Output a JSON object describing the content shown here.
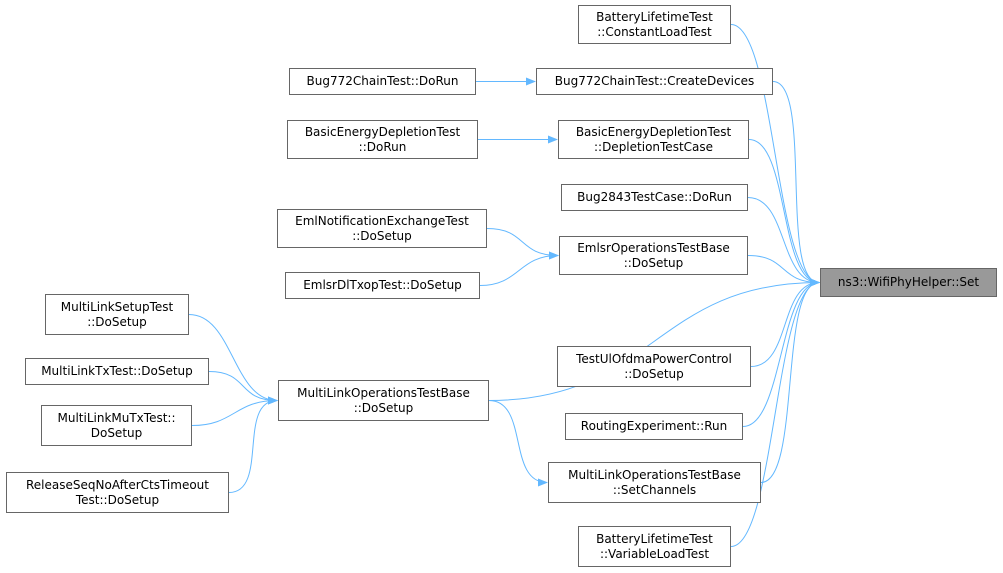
{
  "graph": {
    "target": "n_set",
    "nodes": [
      {
        "id": "n_set",
        "lines": [
          "ns3::WifiPhyHelper::Set"
        ],
        "highlight": true
      },
      {
        "id": "n_constload",
        "lines": [
          "BatteryLifetimeTest",
          "::ConstantLoadTest"
        ]
      },
      {
        "id": "n_createdev",
        "lines": [
          "Bug772ChainTest::CreateDevices"
        ]
      },
      {
        "id": "n_bug772run",
        "lines": [
          "Bug772ChainTest::DoRun"
        ]
      },
      {
        "id": "n_depltestcase",
        "lines": [
          "BasicEnergyDepletionTest",
          "::DepletionTestCase"
        ]
      },
      {
        "id": "n_depldorun",
        "lines": [
          "BasicEnergyDepletionTest",
          "::DoRun"
        ]
      },
      {
        "id": "n_bug2843",
        "lines": [
          "Bug2843TestCase::DoRun"
        ]
      },
      {
        "id": "n_emlsrbase",
        "lines": [
          "EmlsrOperationsTestBase",
          "::DoSetup"
        ]
      },
      {
        "id": "n_emlnotif",
        "lines": [
          "EmlNotificationExchangeTest",
          "::DoSetup"
        ]
      },
      {
        "id": "n_emlsrdl",
        "lines": [
          "EmlsrDlTxopTest::DoSetup"
        ]
      },
      {
        "id": "n_mlobase",
        "lines": [
          "MultiLinkOperationsTestBase",
          "::DoSetup"
        ]
      },
      {
        "id": "n_mlsetup",
        "lines": [
          "MultiLinkSetupTest",
          "::DoSetup"
        ]
      },
      {
        "id": "n_mltx",
        "lines": [
          "MultiLinkTxTest::DoSetup"
        ]
      },
      {
        "id": "n_mlmutx",
        "lines": [
          "MultiLinkMuTxTest::",
          "DoSetup"
        ]
      },
      {
        "id": "n_relseq",
        "lines": [
          "ReleaseSeqNoAfterCtsTimeout",
          "Test::DoSetup"
        ]
      },
      {
        "id": "n_ulofdma",
        "lines": [
          "TestUlOfdmaPowerControl",
          "::DoSetup"
        ]
      },
      {
        "id": "n_routing",
        "lines": [
          "RoutingExperiment::Run"
        ]
      },
      {
        "id": "n_setchannels",
        "lines": [
          "MultiLinkOperationsTestBase",
          "::SetChannels"
        ]
      },
      {
        "id": "n_varload",
        "lines": [
          "BatteryLifetimeTest",
          "::VariableLoadTest"
        ]
      }
    ],
    "edges": [
      {
        "from": "n_constload",
        "to": "n_set"
      },
      {
        "from": "n_createdev",
        "to": "n_set"
      },
      {
        "from": "n_bug772run",
        "to": "n_createdev"
      },
      {
        "from": "n_depltestcase",
        "to": "n_set"
      },
      {
        "from": "n_depldorun",
        "to": "n_depltestcase"
      },
      {
        "from": "n_bug2843",
        "to": "n_set"
      },
      {
        "from": "n_emlsrbase",
        "to": "n_set"
      },
      {
        "from": "n_emlnotif",
        "to": "n_emlsrbase"
      },
      {
        "from": "n_emlsrdl",
        "to": "n_emlsrbase"
      },
      {
        "from": "n_mlobase",
        "to": "n_set"
      },
      {
        "from": "n_mlsetup",
        "to": "n_mlobase"
      },
      {
        "from": "n_mltx",
        "to": "n_mlobase"
      },
      {
        "from": "n_mlmutx",
        "to": "n_mlobase"
      },
      {
        "from": "n_relseq",
        "to": "n_mlobase"
      },
      {
        "from": "n_ulofdma",
        "to": "n_set"
      },
      {
        "from": "n_routing",
        "to": "n_set"
      },
      {
        "from": "n_setchannels",
        "to": "n_set"
      },
      {
        "from": "n_mlobase",
        "to": "n_setchannels"
      },
      {
        "from": "n_varload",
        "to": "n_set"
      }
    ],
    "colors": {
      "edge": "#63b8ff",
      "border": "#666666",
      "highlight": "#999999"
    }
  }
}
